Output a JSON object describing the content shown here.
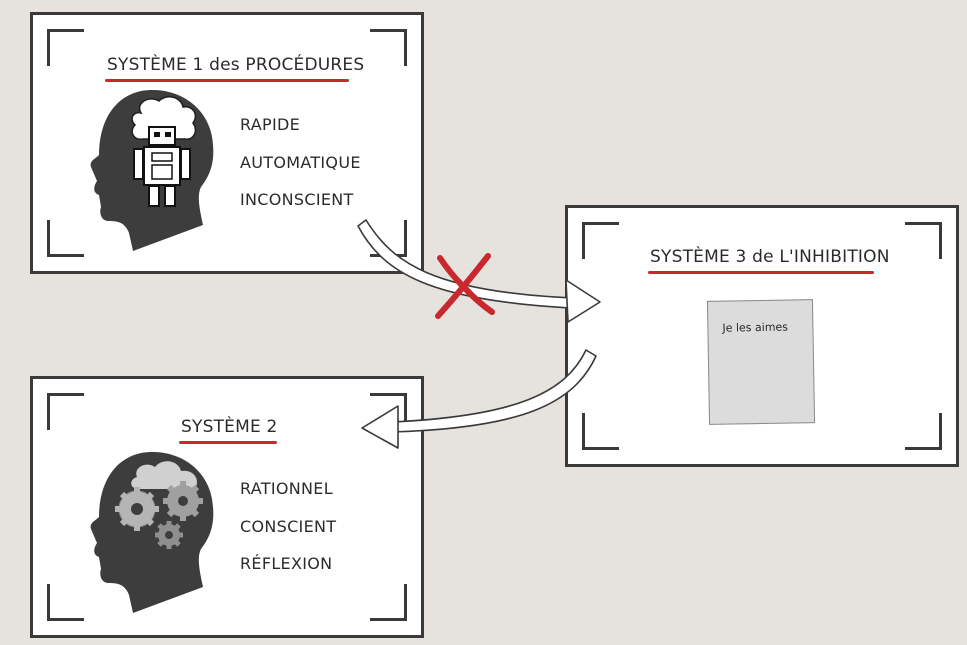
{
  "system1": {
    "title": "SYSTÈME 1 des PROCÉDURES",
    "keywords": [
      "RAPIDE",
      "AUTOMATIQUE",
      "INCONSCIENT"
    ],
    "icon": "robot-in-head-icon"
  },
  "system2": {
    "title": "SYSTÈME 2",
    "keywords": [
      "RATIONNEL",
      "CONSCIENT",
      "RÉFLEXION"
    ],
    "icon": "gears-in-head-icon"
  },
  "system3": {
    "title": "SYSTÈME 3 de L'INHIBITION",
    "note": "Je les aimes"
  },
  "colors": {
    "background": "#e6e3de",
    "accent": "#c8282e",
    "ink": "#3a3a3a"
  }
}
